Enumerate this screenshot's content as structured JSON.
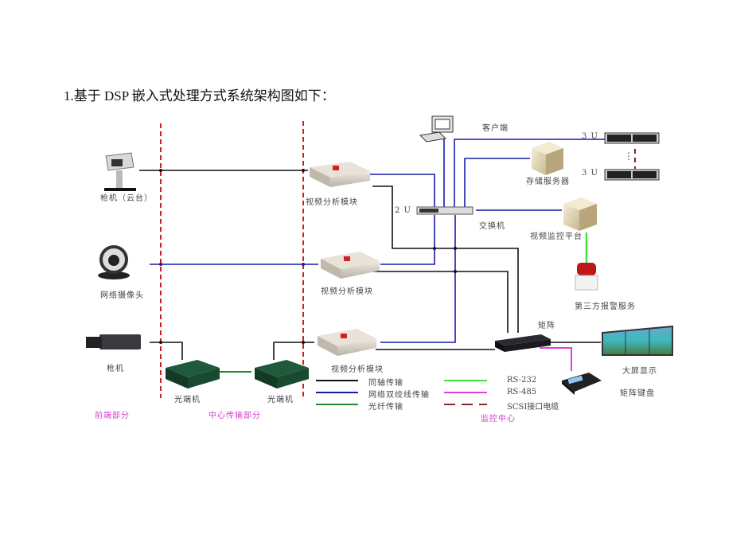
{
  "title": "1.基于 DSP 嵌入式处理方式系统架构图如下：",
  "nodes": {
    "ptz_camera": "枪机（云台）",
    "network_camera": "网络摄像头",
    "bullet_camera": "枪机",
    "optical_tx_1": "光端机",
    "optical_tx_2": "光端机",
    "analysis_module_1": "视频分析模块",
    "analysis_module_2": "视频分析模块",
    "analysis_module_3": "视频分析模块",
    "client": "客户端",
    "switch": "交换机",
    "switch_units": "2 U",
    "storage_server": "存储服务器",
    "storage_unit_top": "3 U",
    "storage_unit_bottom": "3 U",
    "storage_ellipsis": "⋮",
    "monitor_platform": "视频监控平台",
    "alarm": "第三方报警服务",
    "matrix": "矩阵",
    "video_wall": "大屏显示",
    "matrix_keyboard": "矩阵键盘"
  },
  "zones": {
    "front_end": "前端部分",
    "center_transmission": "中心传输部分",
    "monitoring_center": "监控中心"
  },
  "legend": [
    {
      "label": "同轴传输",
      "color": "#111111",
      "style": "solid"
    },
    {
      "label": "网络双绞线传输",
      "color": "#1a1aa8",
      "style": "solid"
    },
    {
      "label": "光纤传输",
      "color": "#1e8a2e",
      "style": "solid"
    },
    {
      "label": "RS-232",
      "color": "#3ee03e",
      "style": "solid"
    },
    {
      "label": "RS-485",
      "color": "#e040e0",
      "style": "solid"
    },
    {
      "label": "SCSI接口电缆",
      "color": "#8b2a2a",
      "style": "dashed"
    }
  ],
  "colors": {
    "coax": "#111111",
    "network": "#1a1aa8",
    "fiber": "#1e8a2e",
    "rs232": "#3ee03e",
    "rs485": "#e040e0",
    "scsi": "#8b1a6a",
    "zone_divider": "#cc2222",
    "zone_label": "#d040c8"
  }
}
